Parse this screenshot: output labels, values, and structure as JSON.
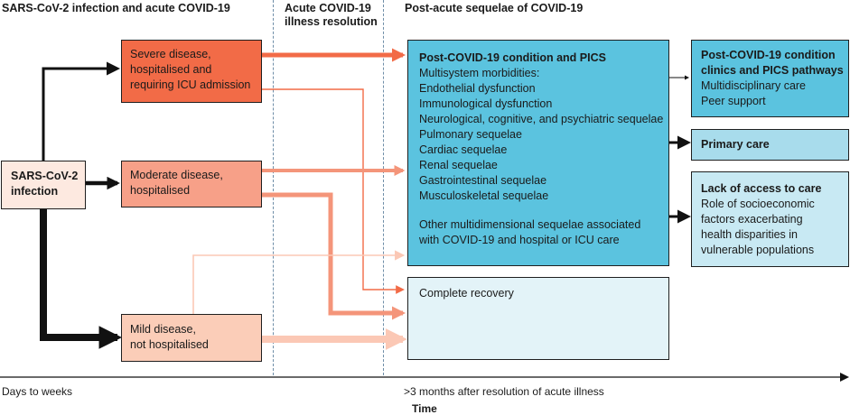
{
  "headers": {
    "col1": "SARS-CoV-2 infection and acute COVID-19",
    "col2_line1": "Acute COVID-19",
    "col2_line2": "illness resolution",
    "col3": "Post-acute sequelae of COVID-19"
  },
  "source": {
    "label": "SARS-CoV-2\ninfection"
  },
  "severity": {
    "severe": "Severe disease,\nhospitalised and\nrequiring ICU admission",
    "moderate": "Moderate disease,\nhospitalised",
    "mild": "Mild disease,\nnot hospitalised"
  },
  "post_covid": {
    "title": "Post-COVID-19 condition and PICS",
    "items": [
      "Multisystem morbidities:",
      "Endothelial dysfunction",
      "Immunological dysfunction",
      "Neurological, cognitive, and psychiatric sequelae",
      "Pulmonary sequelae",
      "Cardiac sequelae",
      "Renal sequelae",
      "Gastrointestinal sequelae",
      "Musculoskeletal sequelae"
    ],
    "other": "Other multidimensional sequelae associated\nwith COVID-19 and hospital or ICU care"
  },
  "recovery": {
    "label": "Complete recovery"
  },
  "outcomes": {
    "clinics_title": "Post-COVID-19 condition\nclinics and  PICS pathways",
    "clinics_items": [
      "Multidisciplinary care",
      "Peer support"
    ],
    "primary_care": "Primary care",
    "lack_title": "Lack of access to care",
    "lack_text": "Role of socioeconomic\nfactors exacerbating\nhealth disparities in\nvulnerable populations"
  },
  "axis": {
    "left_label": "Days to weeks",
    "mid_label": ">3 months after resolution of acute illness",
    "title": "Time"
  },
  "colors": {
    "severe": "#f26b47",
    "moderate": "#f7a088",
    "mild": "#fbcdb8",
    "mild_arrow": "#fcd5c5",
    "source_fill": "#fde9e0",
    "post_covid_fill": "#5bc3df",
    "clinics_fill": "#5bc3df",
    "primary_fill": "#a8dcec",
    "lack_fill": "#c8e9f3",
    "recovery_fill": "#e3f3f8",
    "dashed": "#6f8ea8"
  }
}
